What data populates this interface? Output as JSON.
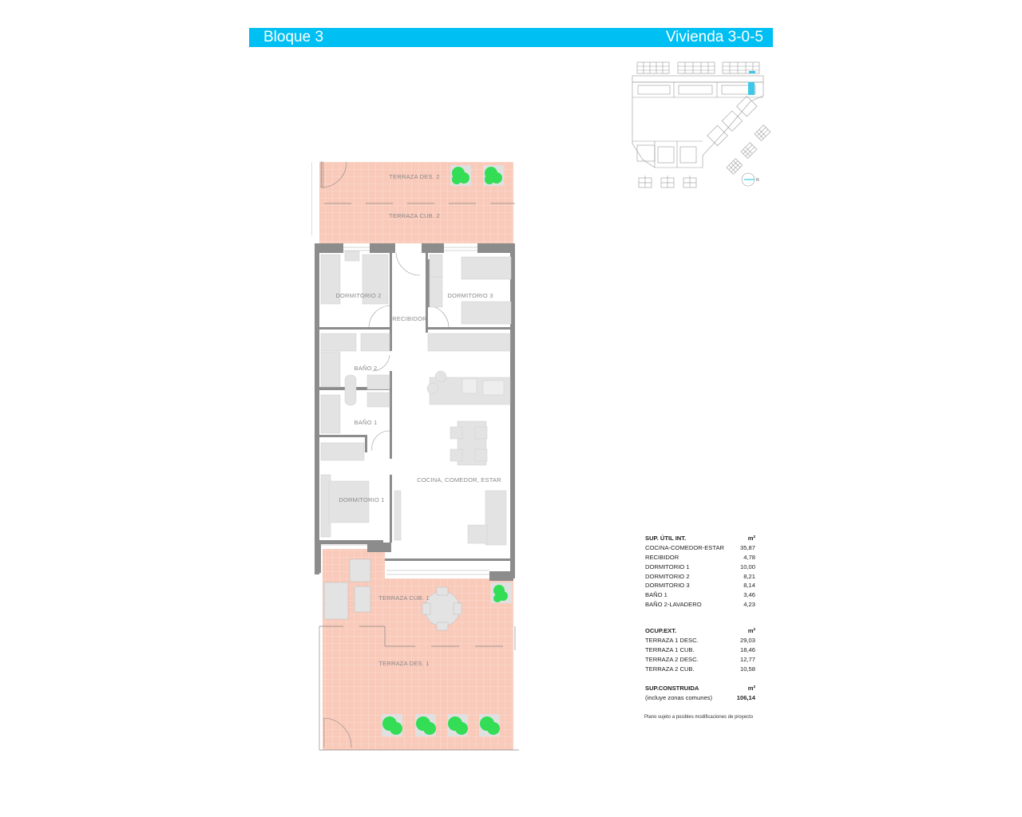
{
  "header": {
    "block": "Bloque 3",
    "unit": "Vivienda 3-0-5",
    "color": "#00bff3"
  },
  "site_plan": {
    "north_label": "N",
    "highlight_color": "#3ec8e8"
  },
  "floor_plan": {
    "rooms": {
      "terraza_des_2": "TERRAZA DES. 2",
      "terraza_cub_2": "TERRAZA CUB. 2",
      "dormitorio_2": "DORMITORIO 2",
      "dormitorio_3": "DORMITORIO 3",
      "recibidor": "RECIBIDOR",
      "bano_2": "BAÑO 2",
      "bano_1": "BAÑO 1",
      "dormitorio_1": "DORMITORIO 1",
      "cocina_comedor_estar": "COCINA, COMEDOR, ESTAR",
      "terraza_cub_1": "TERRAZA CUB. 1",
      "terraza_des_1": "TERRAZA DES. 1"
    },
    "colors": {
      "terrace": "#f9c9b9",
      "wall": "#8c8c8c",
      "furniture": "#e3e3e3",
      "plant": "#33dd55"
    }
  },
  "areas": {
    "util": {
      "title": "SUP. ÚTIL INT.",
      "unit": "m²",
      "rows": [
        {
          "label": "COCINA-COMEDOR-ESTAR",
          "value": "35,87"
        },
        {
          "label": "RECIBIDOR",
          "value": "4,78"
        },
        {
          "label": "DORMITORIO 1",
          "value": "10,00"
        },
        {
          "label": "DORMITORIO 2",
          "value": "8,21"
        },
        {
          "label": "DORMITORIO 3",
          "value": "8,14"
        },
        {
          "label": "BAÑO 1",
          "value": "3,46"
        },
        {
          "label": "BAÑO 2-LAVADERO",
          "value": "4,23"
        }
      ]
    },
    "ext": {
      "title": "OCUP.EXT.",
      "unit": "m²",
      "rows": [
        {
          "label": "TERRAZA 1 DESC.",
          "value": "29,03"
        },
        {
          "label": "TERRAZA 1 CUB.",
          "value": "18,46"
        },
        {
          "label": "TERRAZA 2 DESC.",
          "value": "12,77"
        },
        {
          "label": "TERRAZA 2 CUB.",
          "value": "10,58"
        }
      ]
    },
    "built": {
      "title": "SUP.CONSTRUIDA",
      "unit": "m²",
      "label": "(incluye zonas comunes)",
      "value": "106,14"
    }
  },
  "note": "Plano sujeto a posibles modificaciones de proyecto"
}
